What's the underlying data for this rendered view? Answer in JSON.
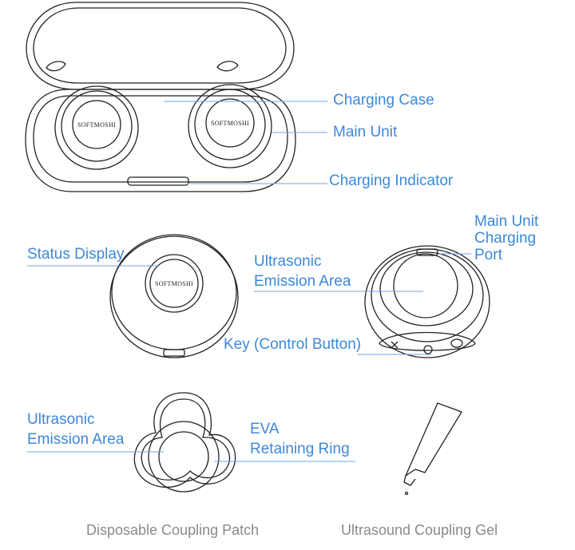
{
  "brand": "SOFTMOSHI",
  "colors": {
    "label": "#3d88d9",
    "leader": "#6fa6e0",
    "caption": "#8a8a8a",
    "line_art": "#222222"
  },
  "labels": {
    "charging_case": "Charging Case",
    "main_unit": "Main Unit",
    "charging_indicator": "Charging Indicator",
    "status_display": "Status Display",
    "ultrasonic_emission_area_1": "Ultrasonic",
    "ultrasonic_emission_area_2": "Emission Area",
    "main_unit_charging_port_1": "Main Unit",
    "main_unit_charging_port_2": "Charging",
    "main_unit_charging_port_3": "Port",
    "key_control_button": "Key (Control Button)",
    "patch_emission_area_1": "Ultrasonic",
    "patch_emission_area_2": "Emission Area",
    "eva_ring_1": "EVA",
    "eva_ring_2": "Retaining Ring"
  },
  "captions": {
    "patch": "Disposable Coupling Patch",
    "gel": "Ultrasound Coupling Gel"
  }
}
